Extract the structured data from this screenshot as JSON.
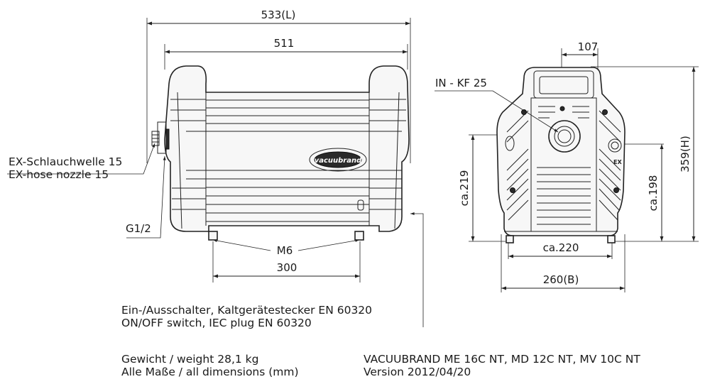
{
  "dimensions": {
    "total_length": "533(L)",
    "body_length": "511",
    "feet_spacing": "300",
    "feet_thread": "M6",
    "front_top_width": "107",
    "height_total": "359(H)",
    "height_inlet": "ca.219",
    "height_exhaust": "ca.198",
    "front_feet_width": "ca.220",
    "width_total": "260(B)"
  },
  "labels": {
    "inlet": "IN - KF 25",
    "hose_nozzle_de": "EX-Schlauchwelle 15",
    "hose_nozzle_en": "EX-hose nozzle 15",
    "thread": "G1/2",
    "switch_de": "Ein-/Ausschalter, Kaltgerätestecker EN 60320",
    "switch_en": "ON/OFF switch, IEC plug EN 60320",
    "weight": "Gewicht / weight 28,1 kg",
    "units": "Alle Maße / all dimensions (mm)",
    "model": "VACUUBRAND ME 16C NT, MD 12C NT, MV 10C NT",
    "version": "Version 2012/04/20",
    "logo": "vacuubrand",
    "ex_mark": "EX"
  },
  "colors": {
    "line": "#222222",
    "body_fill": "#f7f7f7",
    "dark_fill": "#2a2a2a"
  }
}
